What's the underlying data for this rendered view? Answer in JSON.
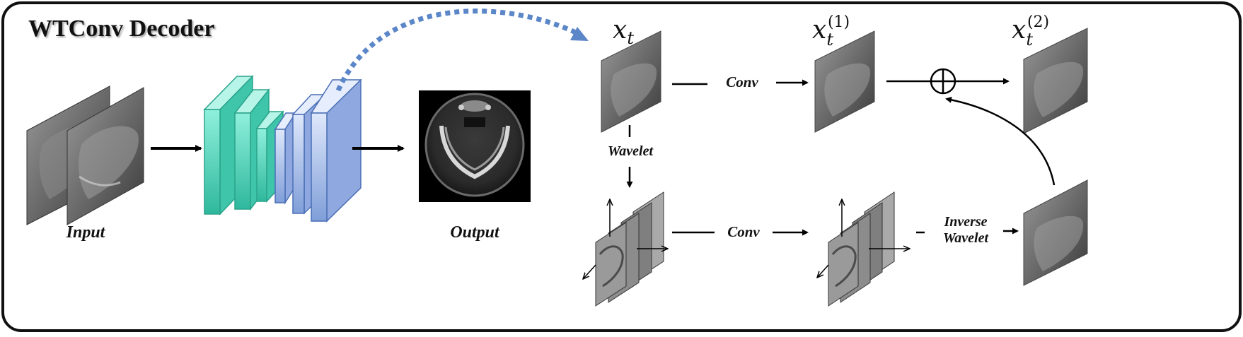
{
  "title": "WTConv Decoder",
  "labels": {
    "input": "Input",
    "output": "Output",
    "conv_top": "Conv",
    "conv_bottom": "Conv",
    "wavelet": "Wavelet",
    "inverse_line1": "Inverse",
    "inverse_line2": "Wavelet"
  },
  "math": {
    "xt_base": "x",
    "xt_sub": "t",
    "x1_sup": "(1)",
    "x2_sup": "(2)"
  },
  "colors": {
    "border": "#111111",
    "teal": "#4fd1b8",
    "blue": "#a9bfe8",
    "dotted_arrow": "#5b86c8",
    "arrow": "#000000"
  },
  "icons": {
    "add": "circle-plus-icon",
    "axes": "3d-axes-icon"
  }
}
